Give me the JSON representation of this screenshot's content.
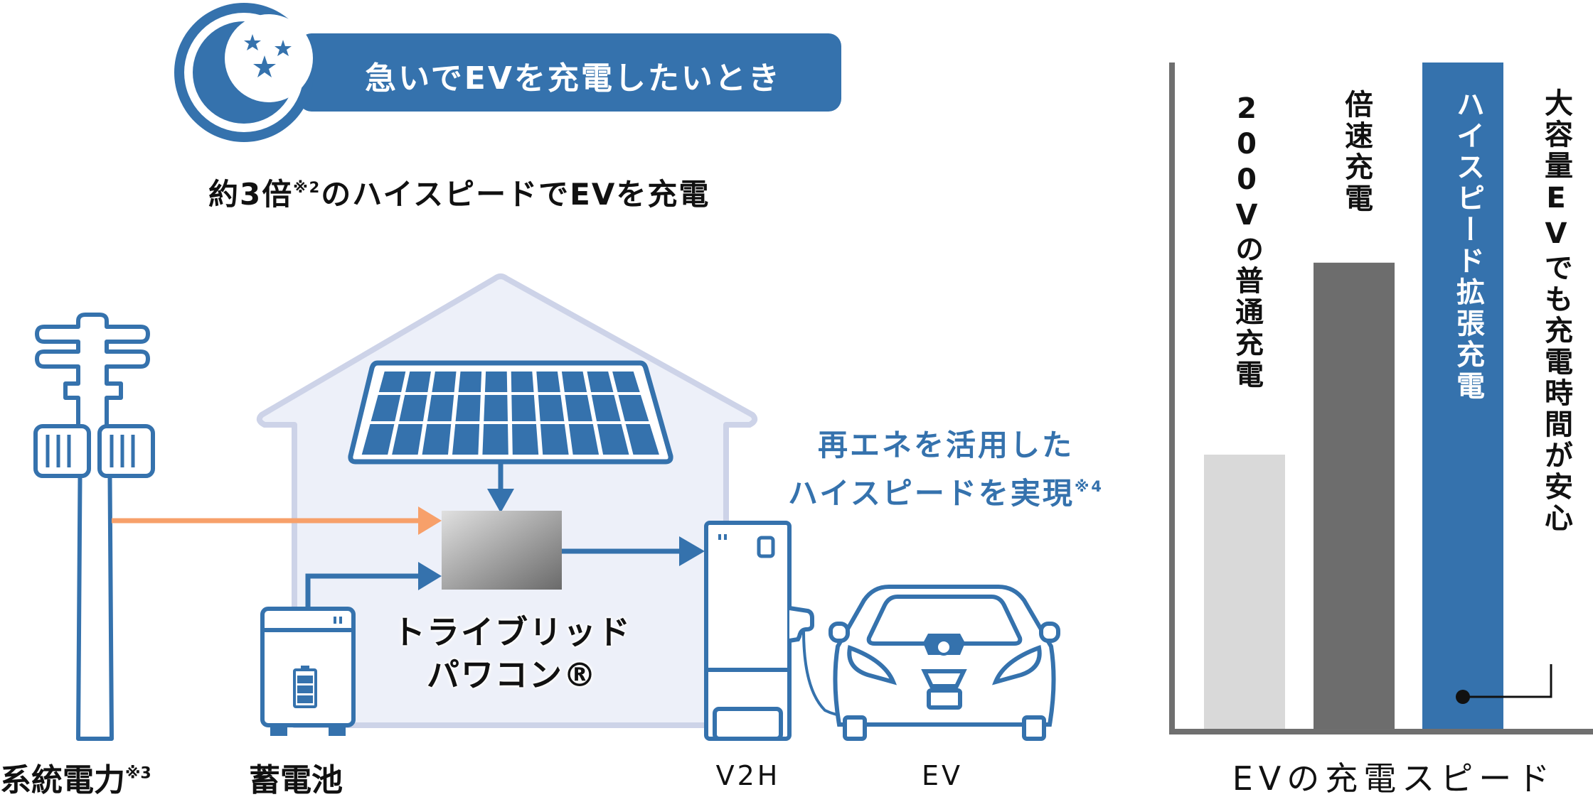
{
  "header": {
    "badge_label": "急いでEVを充電したいとき",
    "badge_icon": "moon-stars-icon",
    "subtitle_pre": "約3倍",
    "subtitle_note": "※2",
    "subtitle_post": "のハイスピードでEVを充電"
  },
  "diagram": {
    "grid_label": "系統電力",
    "grid_note": "※3",
    "battery_label": "蓄電池",
    "pcs_label_line1": "トライブリッド",
    "pcs_label_line2": "パワコン®",
    "v2h_label": "V2H",
    "ev_label": "EV",
    "renewable_line1": "再エネを活用した",
    "renewable_line2": "ハイスピードを実現",
    "renewable_note": "※4",
    "colors": {
      "blue": "#3572ad",
      "orange": "#f7a06a",
      "house_fill": "#edf0f9",
      "house_stroke": "#cdd3e8"
    }
  },
  "chart_data": {
    "type": "bar",
    "title": "",
    "xlabel": "EVの充電スピード",
    "ylabel": "",
    "categories": [
      "200Vの普通充電",
      "倍速充電",
      "ハイスピード拡張充電"
    ],
    "values": [
      1.0,
      1.7,
      2.43
    ],
    "ylim": [
      0,
      2.43
    ],
    "colors": [
      "#d9d9d9",
      "#6d6d6d",
      "#3572ad"
    ],
    "annotation": "大容量EVでも充電時間が安心",
    "grid": false
  }
}
